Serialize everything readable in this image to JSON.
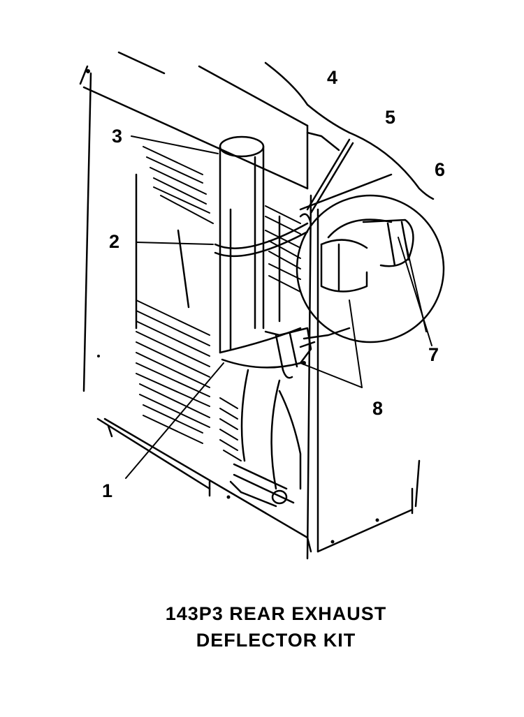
{
  "callouts": {
    "c1": "1",
    "c2": "2",
    "c3": "3",
    "c4": "4",
    "c5": "5",
    "c6": "6",
    "c7": "7",
    "c8": "8"
  },
  "title": {
    "line1": "143P3 REAR EXHAUST",
    "line2": "DEFLECTOR KIT"
  }
}
